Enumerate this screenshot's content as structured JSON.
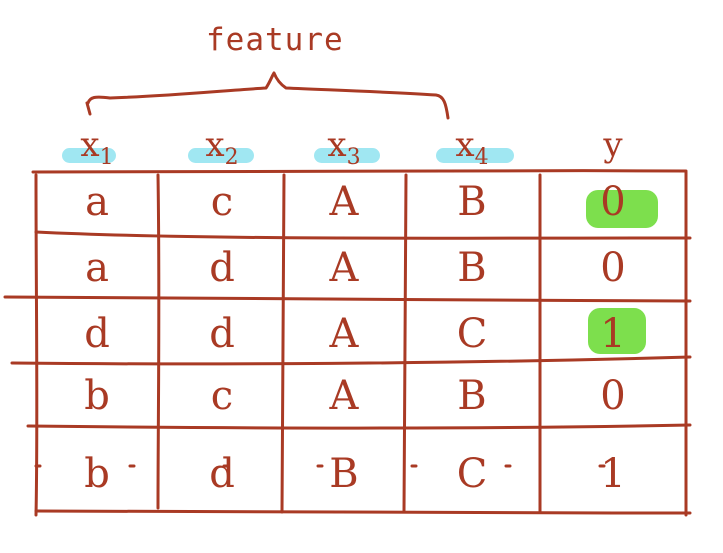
{
  "annotation": "feature",
  "headers": [
    {
      "name": "x",
      "sub": "1"
    },
    {
      "name": "x",
      "sub": "2"
    },
    {
      "name": "x",
      "sub": "3"
    },
    {
      "name": "x",
      "sub": "4"
    },
    {
      "name": "y",
      "sub": ""
    }
  ],
  "rows": [
    [
      "a",
      "c",
      "A",
      "B",
      "0"
    ],
    [
      "a",
      "d",
      "A",
      "B",
      "0"
    ],
    [
      "d",
      "d",
      "A",
      "C",
      "1"
    ],
    [
      "b",
      "c",
      "A",
      "B",
      "0"
    ],
    [
      "b",
      "d",
      "B",
      "C",
      "1"
    ]
  ],
  "colors": {
    "ink": "#a93a24",
    "feature_highlight": "#8fe3f0",
    "label_highlight": "#6fdc3a"
  }
}
